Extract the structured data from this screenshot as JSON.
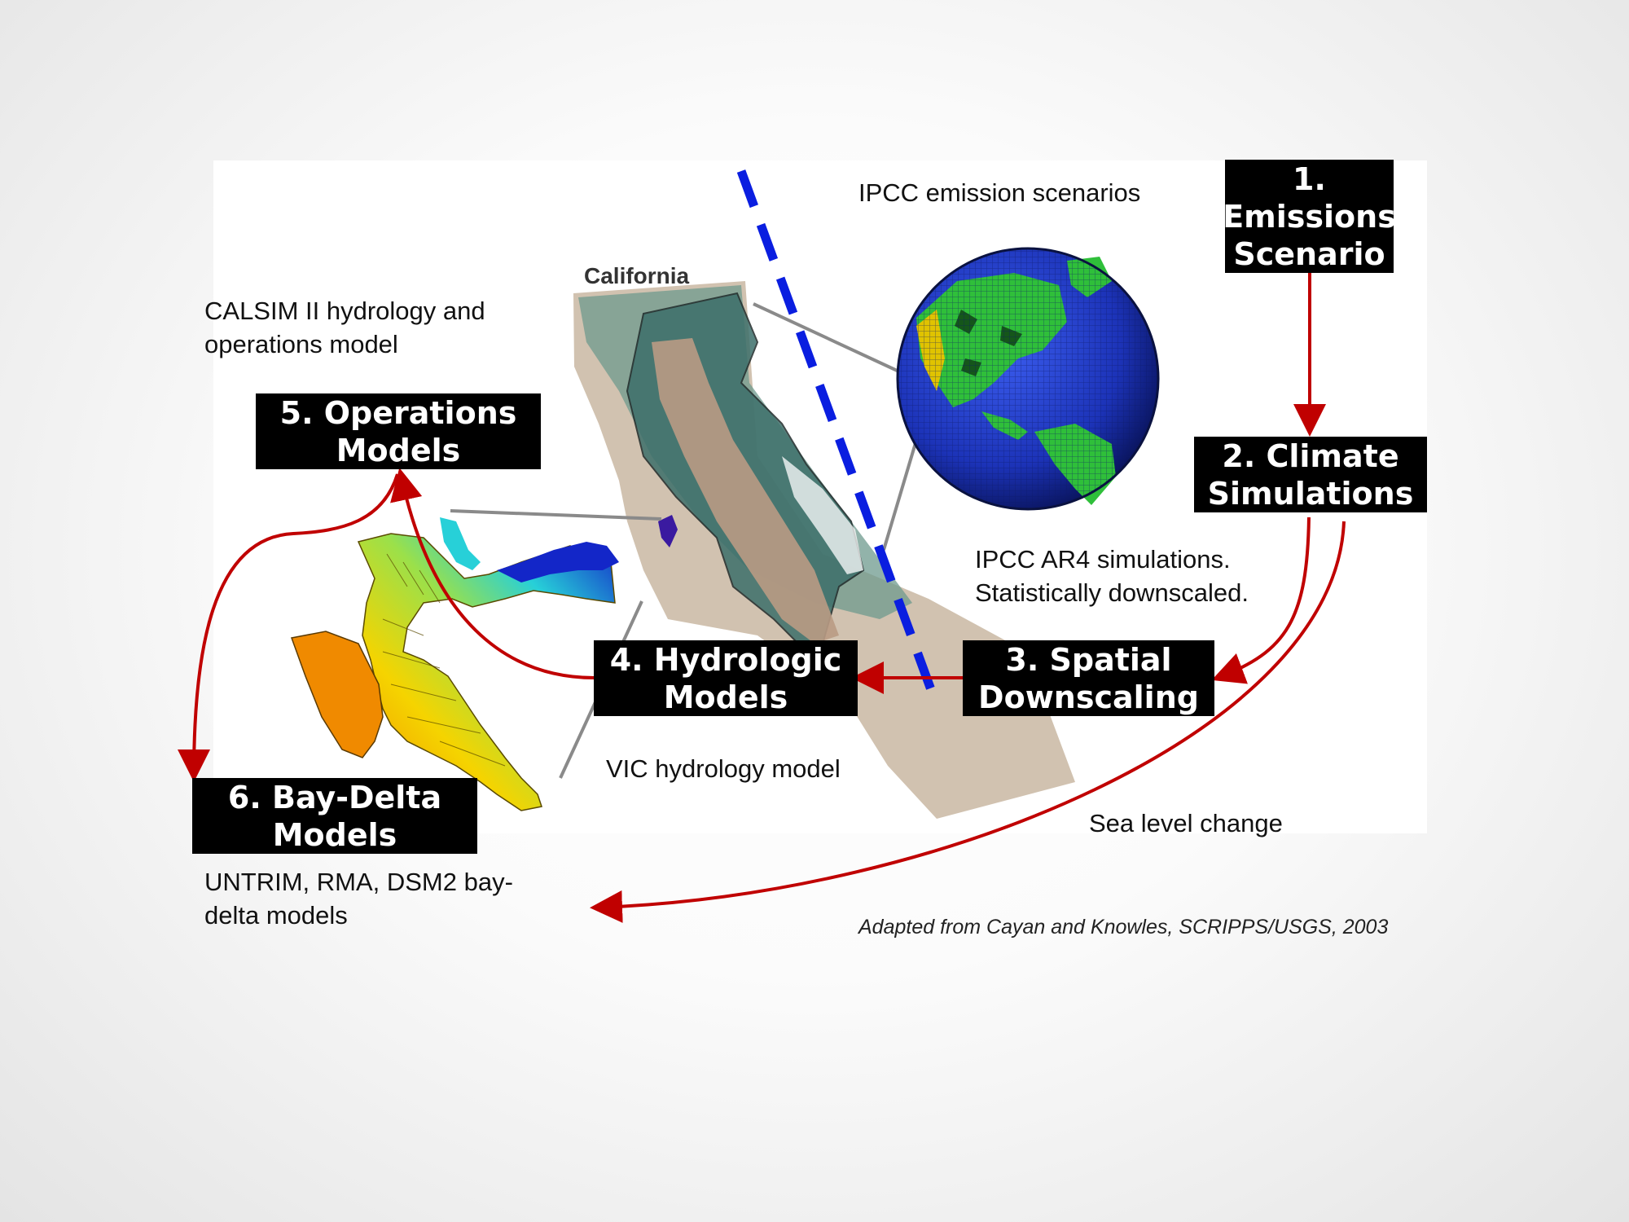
{
  "boxes": {
    "emissions": {
      "line1": "1.",
      "line2": "Emissions",
      "line3": "Scenario"
    },
    "climate": {
      "line1": "2. Climate",
      "line2": "Simulations"
    },
    "spatial": {
      "line1": "3.  Spatial",
      "line2": "Downscaling"
    },
    "hydrologic": {
      "line1": "4. Hydrologic",
      "line2": "Models"
    },
    "operations": {
      "line1": "5.  Operations",
      "line2": "Models"
    },
    "baydelta": {
      "line1": "6.  Bay-Delta",
      "line2": "Models"
    }
  },
  "notes": {
    "ipcc_emission": "IPCC emission  scenarios",
    "california": "California",
    "calsim_1": "CALSIM II hydrology and",
    "calsim_2": "operations model",
    "ar4_1": "IPCC AR4 simulations.",
    "ar4_2": "Statistically  downscaled.",
    "vic": "VIC hydrology  model",
    "sea_level": "Sea  level change",
    "untrim_1": "UNTRIM, RMA, DSM2 bay-",
    "untrim_2": "delta  models",
    "credit": "Adapted from Cayan and Knowles, SCRIPPS/USGS, 2003"
  },
  "colors": {
    "box_bg": "#000000",
    "box_text": "#ffffff",
    "arrow": "#c00000",
    "divider": "#0a1ee0",
    "ocean": "#1f3fd0",
    "land": "#2fbf3a",
    "terrain": "#c9b7a2"
  }
}
